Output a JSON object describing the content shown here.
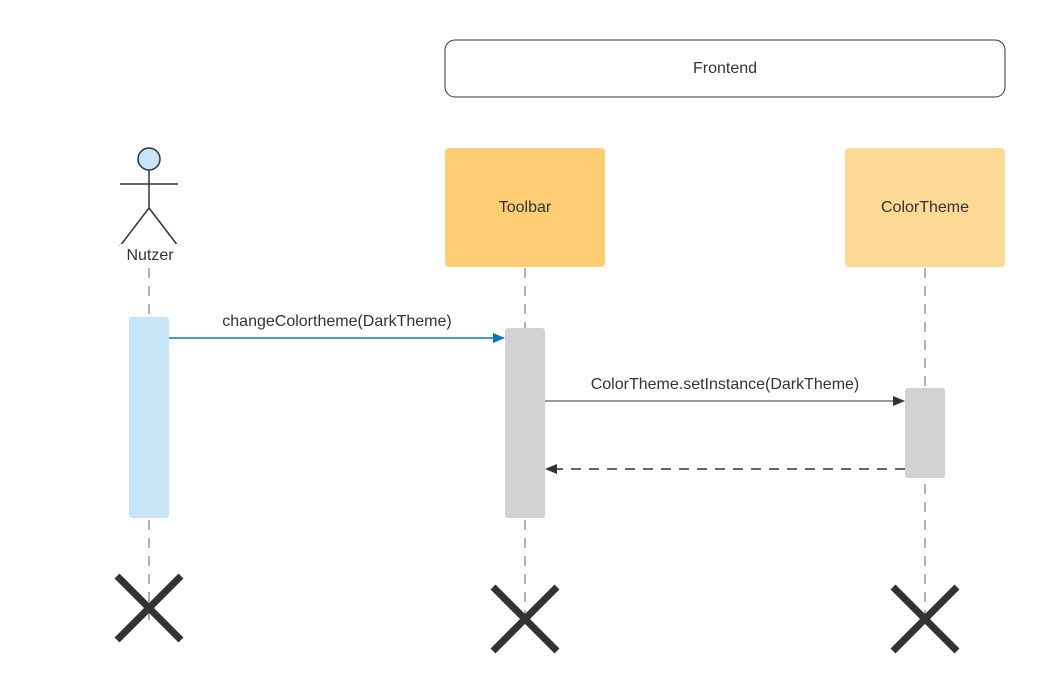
{
  "frame": {
    "label": "Frontend"
  },
  "actor": {
    "label": "Nutzer"
  },
  "participants": {
    "toolbar": {
      "label": "Toolbar",
      "color": "#fecd74"
    },
    "colortheme": {
      "label": "ColorTheme",
      "color": "#fed995"
    }
  },
  "messages": {
    "m1": {
      "label": "changeColortheme(DarkTheme)",
      "color": "#0c74ba"
    },
    "m2": {
      "label": "ColorTheme.setInstance(DarkTheme)",
      "color": "#333333"
    },
    "m3": {
      "label": "",
      "style": "dashed-return",
      "color": "#333333"
    }
  },
  "colors": {
    "actor_activation": "#c6e5f7",
    "activation": "#d1d2d4",
    "lifeline": "#999999",
    "destroy": "#333333"
  },
  "icons": {
    "actor": "stick-figure-icon",
    "destroy": "x-destroy-icon"
  }
}
